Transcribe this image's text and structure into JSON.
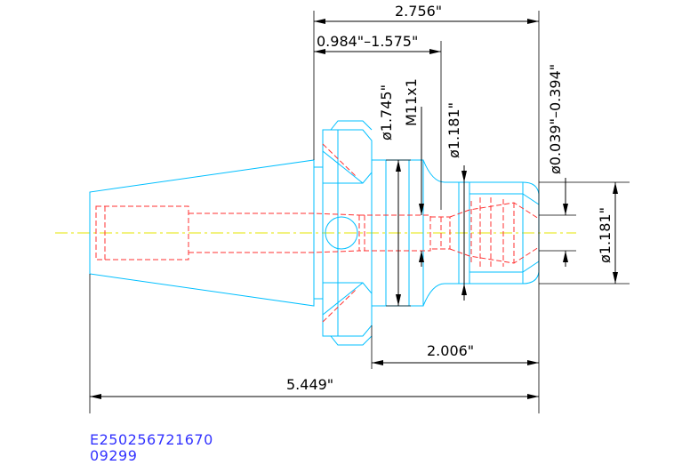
{
  "dimensions": {
    "overall_reach": "2.756\"",
    "clamping_range": "0.984\"–1.575\"",
    "flange_diameter": "ø1.745\"",
    "thread": "M11x1",
    "nut_diameter": "ø1.181\"",
    "collet_range": "ø0.039\"–0.394\"",
    "body_diameter": "ø1.181\"",
    "gauge_length": "2.006\"",
    "total_length": "5.449\""
  },
  "part_code": {
    "line1": "E250256721670",
    "line2": "09299"
  },
  "colors": {
    "outline": "#00bfff",
    "hidden": "#ff3030",
    "centerline": "#e6e600",
    "dimension": "#000000",
    "code": "#3333ff"
  }
}
